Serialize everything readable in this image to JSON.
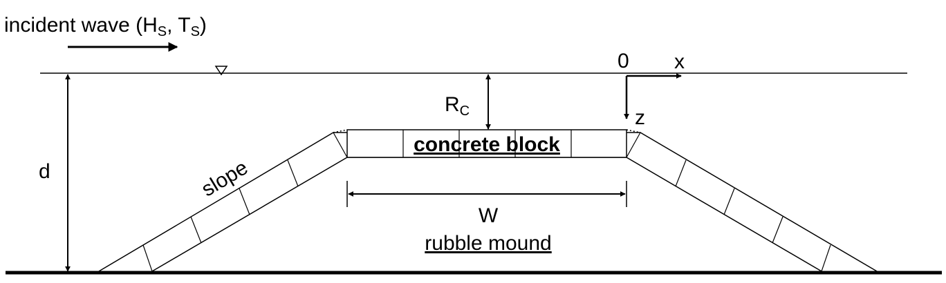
{
  "labels": {
    "incident_wave_prefix": "incident wave (H",
    "incident_wave_sub1": "S",
    "incident_wave_mid": ", T",
    "incident_wave_sub2": "S",
    "incident_wave_suffix": ")",
    "origin": "0",
    "x_axis": "x",
    "z_axis": "z",
    "crest_freeboard": "R",
    "crest_freeboard_sub": "C",
    "depth": "d",
    "slope": "slope",
    "crest_block": "concrete block",
    "crest_width": "W",
    "core": "rubble mound"
  },
  "colors": {
    "stroke": "#000000",
    "background": "#ffffff"
  }
}
